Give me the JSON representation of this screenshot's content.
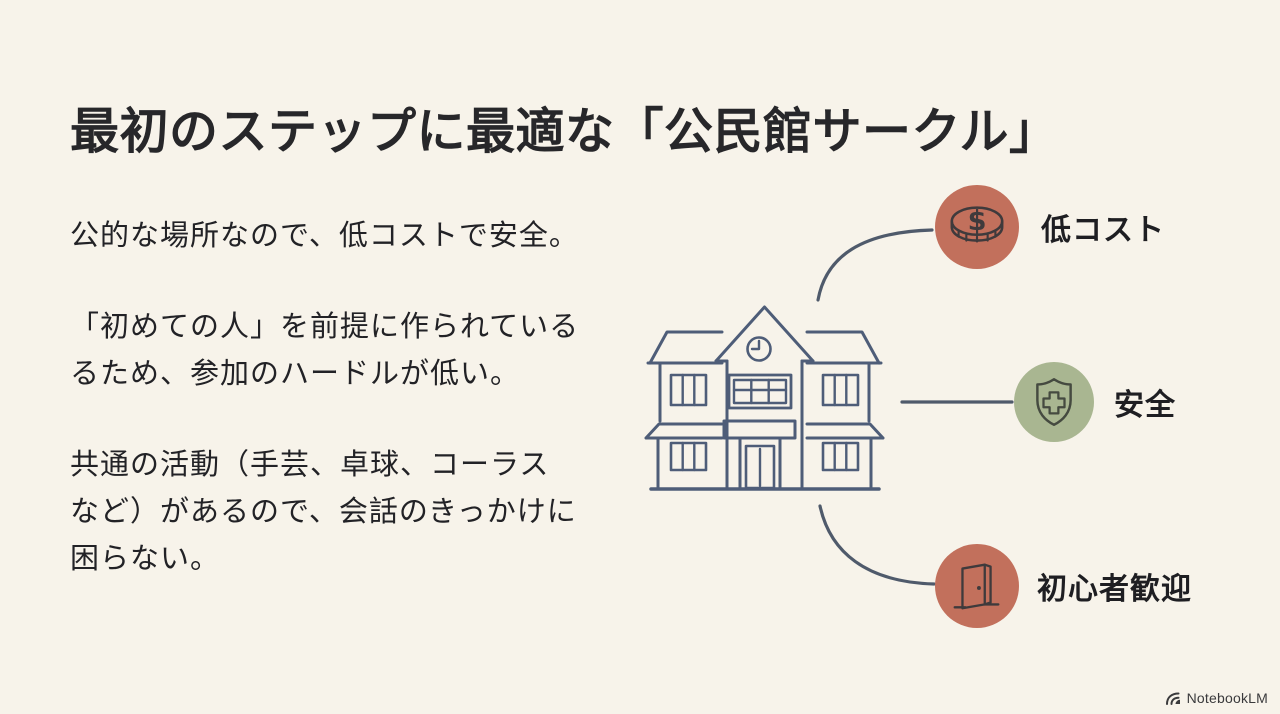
{
  "slide": {
    "title": "最初のステップに最適な「公民館サークル」",
    "paragraphs": [
      {
        "lines": [
          "公的な場所なので、低コストで安全。"
        ]
      },
      {
        "lines": [
          "「初めての人」を前提に作られている",
          "るため、参加のハードルが低い。"
        ]
      },
      {
        "lines": [
          "共通の活動（手芸、卓球、コーラス",
          "など）があるので、会話のきっかけに",
          "困らない。"
        ]
      }
    ]
  },
  "diagram": {
    "hub_icon": "community-center-building-illustration",
    "nodes": [
      {
        "label": "低コスト",
        "icon": "dollar-coin-icon",
        "circle_color": "#c2705c"
      },
      {
        "label": "安全",
        "icon": "shield-cross-icon",
        "circle_color": "#a9b691"
      },
      {
        "label": "初心者歓迎",
        "icon": "open-door-icon",
        "circle_color": "#c2705c"
      }
    ]
  },
  "footer": {
    "brand": "NotebookLM"
  },
  "colors": {
    "background": "#f7f3ea",
    "title_text": "#27272a",
    "body_text": "#222226",
    "line_art": "#4e5d78",
    "connector": "#4f5a6b",
    "terracotta": "#c2705c",
    "sage_green": "#a9b691",
    "icon_stroke": "#3f3a3c"
  }
}
